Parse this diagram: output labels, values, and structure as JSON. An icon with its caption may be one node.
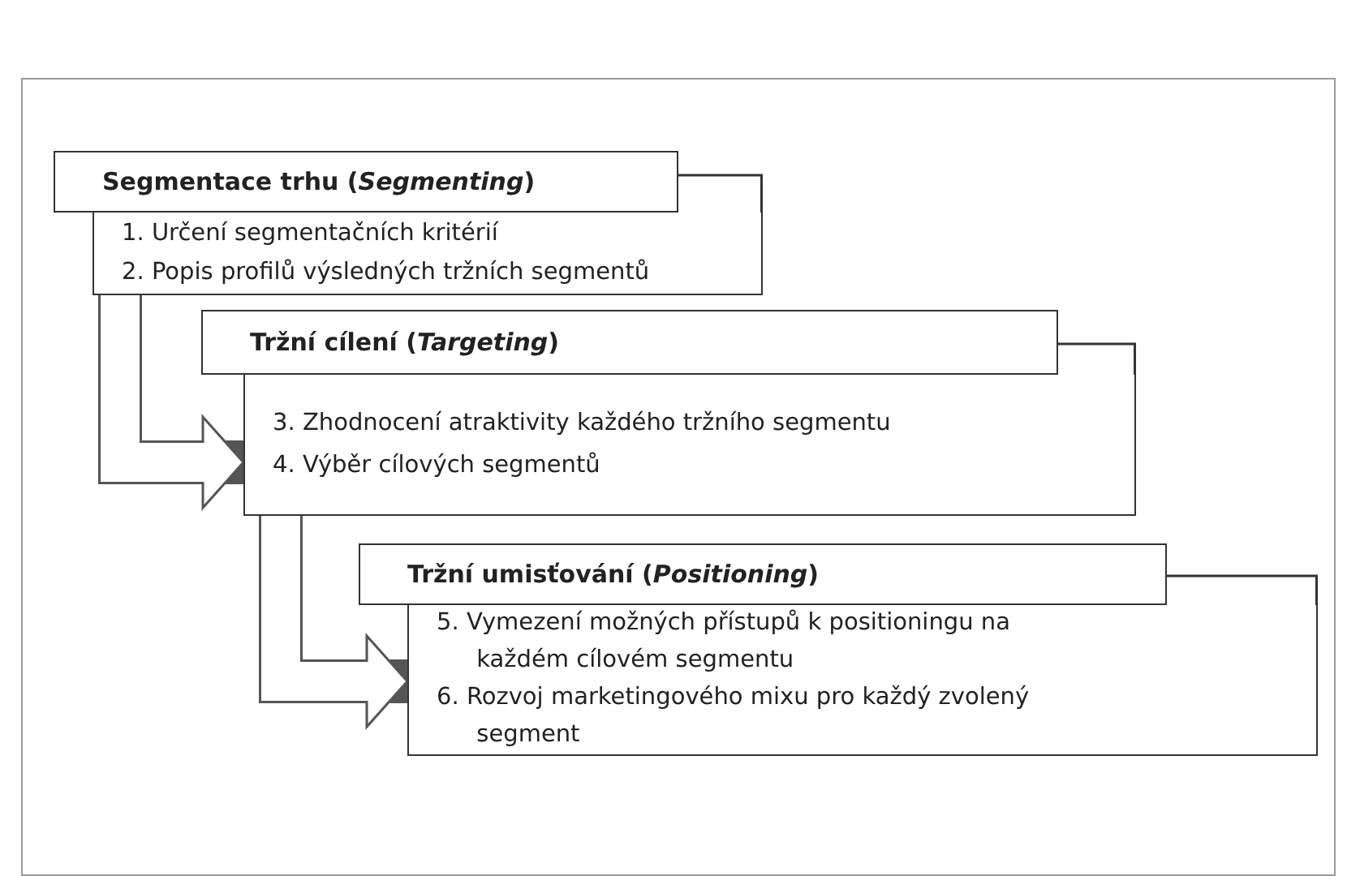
{
  "diagram": {
    "nodes": [
      {
        "text": [
          "Segmentace trhu (*Segmenting*)"
        ]
      },
      {
        "text": [
          "1. Určení segmentačních kritérií",
          "2. Popis profilů výsledných tržních segmentů"
        ]
      },
      {
        "text": [
          "Tržní cílení (*Targeting*)"
        ]
      },
      {
        "text": [
          "3. Zhodnocení atraktivity každého tržního segmentu",
          "4. Výběr cílových segmentů"
        ]
      },
      {
        "text": [
          "Tržní umisťování (*Positioning*)"
        ]
      },
      {
        "text": [
          "5. Vymezení možných přístupů k positioningu na každém cílovém segmentu",
          "6. Rozvoj marketingového mixu pro každý zvolený segment"
        ]
      }
    ],
    "edges": [
      {
        "from": 1,
        "to": 3,
        "arrow": "to"
      },
      {
        "from": 3,
        "to": 5,
        "arrow": "to"
      }
    ]
  }
}
